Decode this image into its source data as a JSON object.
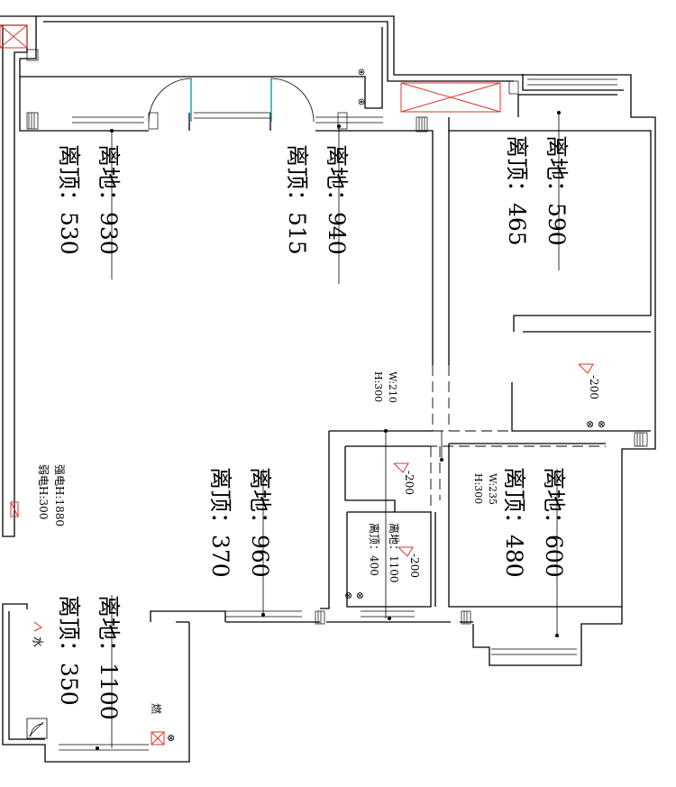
{
  "rooms": [
    {
      "floor": "离地：930",
      "ceiling": "离顶：530"
    },
    {
      "floor": "离地：940",
      "ceiling": "离顶：515"
    },
    {
      "floor": "离地：590",
      "ceiling": "离顶：465"
    },
    {
      "floor": "离地：960",
      "ceiling": "离顶：370"
    },
    {
      "floor": "离地：600",
      "ceiling": "离顶：480"
    },
    {
      "floor": "离地：1100",
      "ceiling": "离顶：350"
    },
    {
      "floor": "离地：1100",
      "ceiling": "离顶：400"
    }
  ],
  "levels": [
    "-200",
    "-200",
    "-200"
  ],
  "openings": [
    {
      "w": "W:210",
      "h": "H:300"
    },
    {
      "w": "W:235",
      "h": "H:300"
    }
  ],
  "electric": {
    "strong": "强电H:1880",
    "weak": "弱电H:300"
  },
  "symbols": {
    "water": "水",
    "gas": "燃"
  },
  "colors": {
    "wall": "#000000",
    "marker": "#d9362b",
    "door": "#00a0c8"
  }
}
